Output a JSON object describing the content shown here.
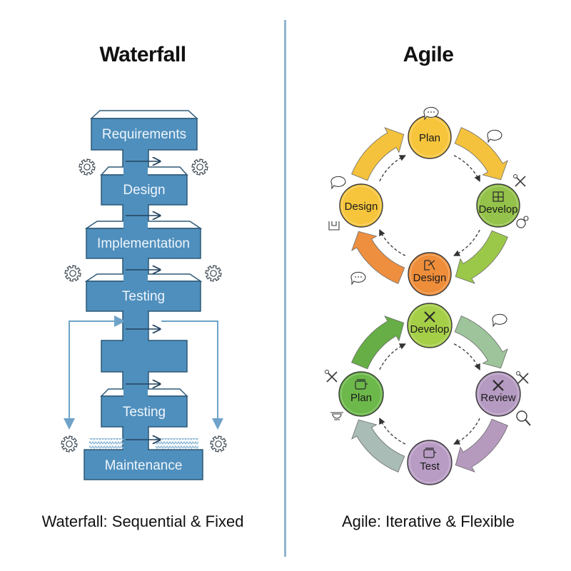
{
  "waterfall": {
    "title": "Waterfall",
    "caption": "Waterfall: Sequential & Fixed",
    "color": "#4f8fbd",
    "stages": [
      {
        "label": "Requirements"
      },
      {
        "label": "Design"
      },
      {
        "label": "Implementation"
      },
      {
        "label": "Testing"
      },
      {
        "label": ""
      },
      {
        "label": "Testing"
      },
      {
        "label": "Maintenance"
      }
    ],
    "icons": [
      "gear-icon"
    ]
  },
  "agile": {
    "title": "Agile",
    "caption": "Agile: Iterative & Flexible",
    "cycle1": {
      "nodes": [
        {
          "label": "Plan",
          "color": "#f6c53c",
          "icon": ""
        },
        {
          "label": "Develop",
          "color": "#94c24a",
          "icon": "grid-icon"
        },
        {
          "label": "Design",
          "color": "#ef8e3a",
          "icon": "design-tool-icon"
        },
        {
          "label": "Design",
          "color": "#f6c53c",
          "icon": ""
        }
      ],
      "arrow_colors": [
        "#f5c23d",
        "#9cc84a",
        "#ee8f3f",
        "#f5c23d"
      ]
    },
    "cycle2": {
      "nodes": [
        {
          "label": "Develop",
          "color": "#a6cf48",
          "icon": "cross-tools-icon"
        },
        {
          "label": "Review",
          "color": "#b59ac1",
          "icon": "cross-tools-icon"
        },
        {
          "label": "Test",
          "color": "#b89cc4",
          "icon": "device-icon"
        },
        {
          "label": "Plan",
          "color": "#6cb84a",
          "icon": "device-icon"
        }
      ],
      "arrow_colors": [
        "#9dc49a",
        "#b69abe",
        "#a9bcb6",
        "#66ae45"
      ]
    }
  },
  "divider_color": "#8fb4cf"
}
